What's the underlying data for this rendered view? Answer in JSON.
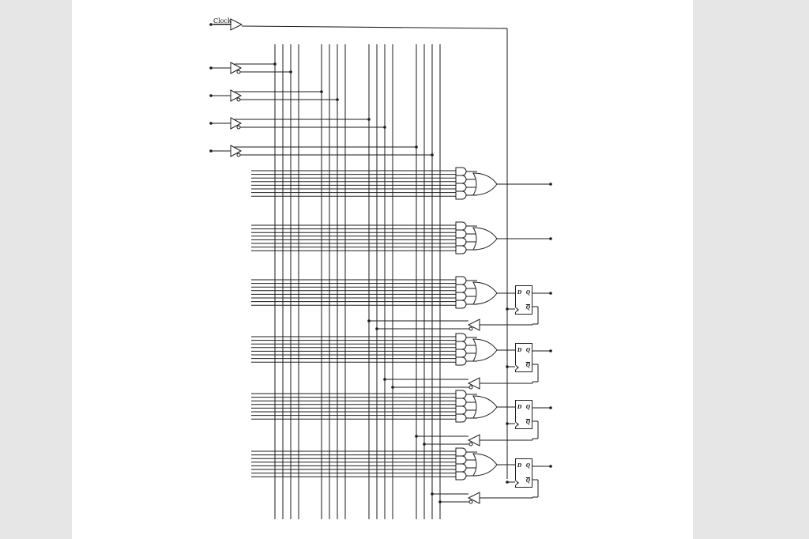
{
  "clock_label": "Clock",
  "flipflop_labels": {
    "d": "D",
    "q": "Q",
    "qbar": "Q"
  },
  "colors": {
    "ink": "#1a1a1a",
    "paper": "#ffffff",
    "margin": "#e6e6e6"
  }
}
